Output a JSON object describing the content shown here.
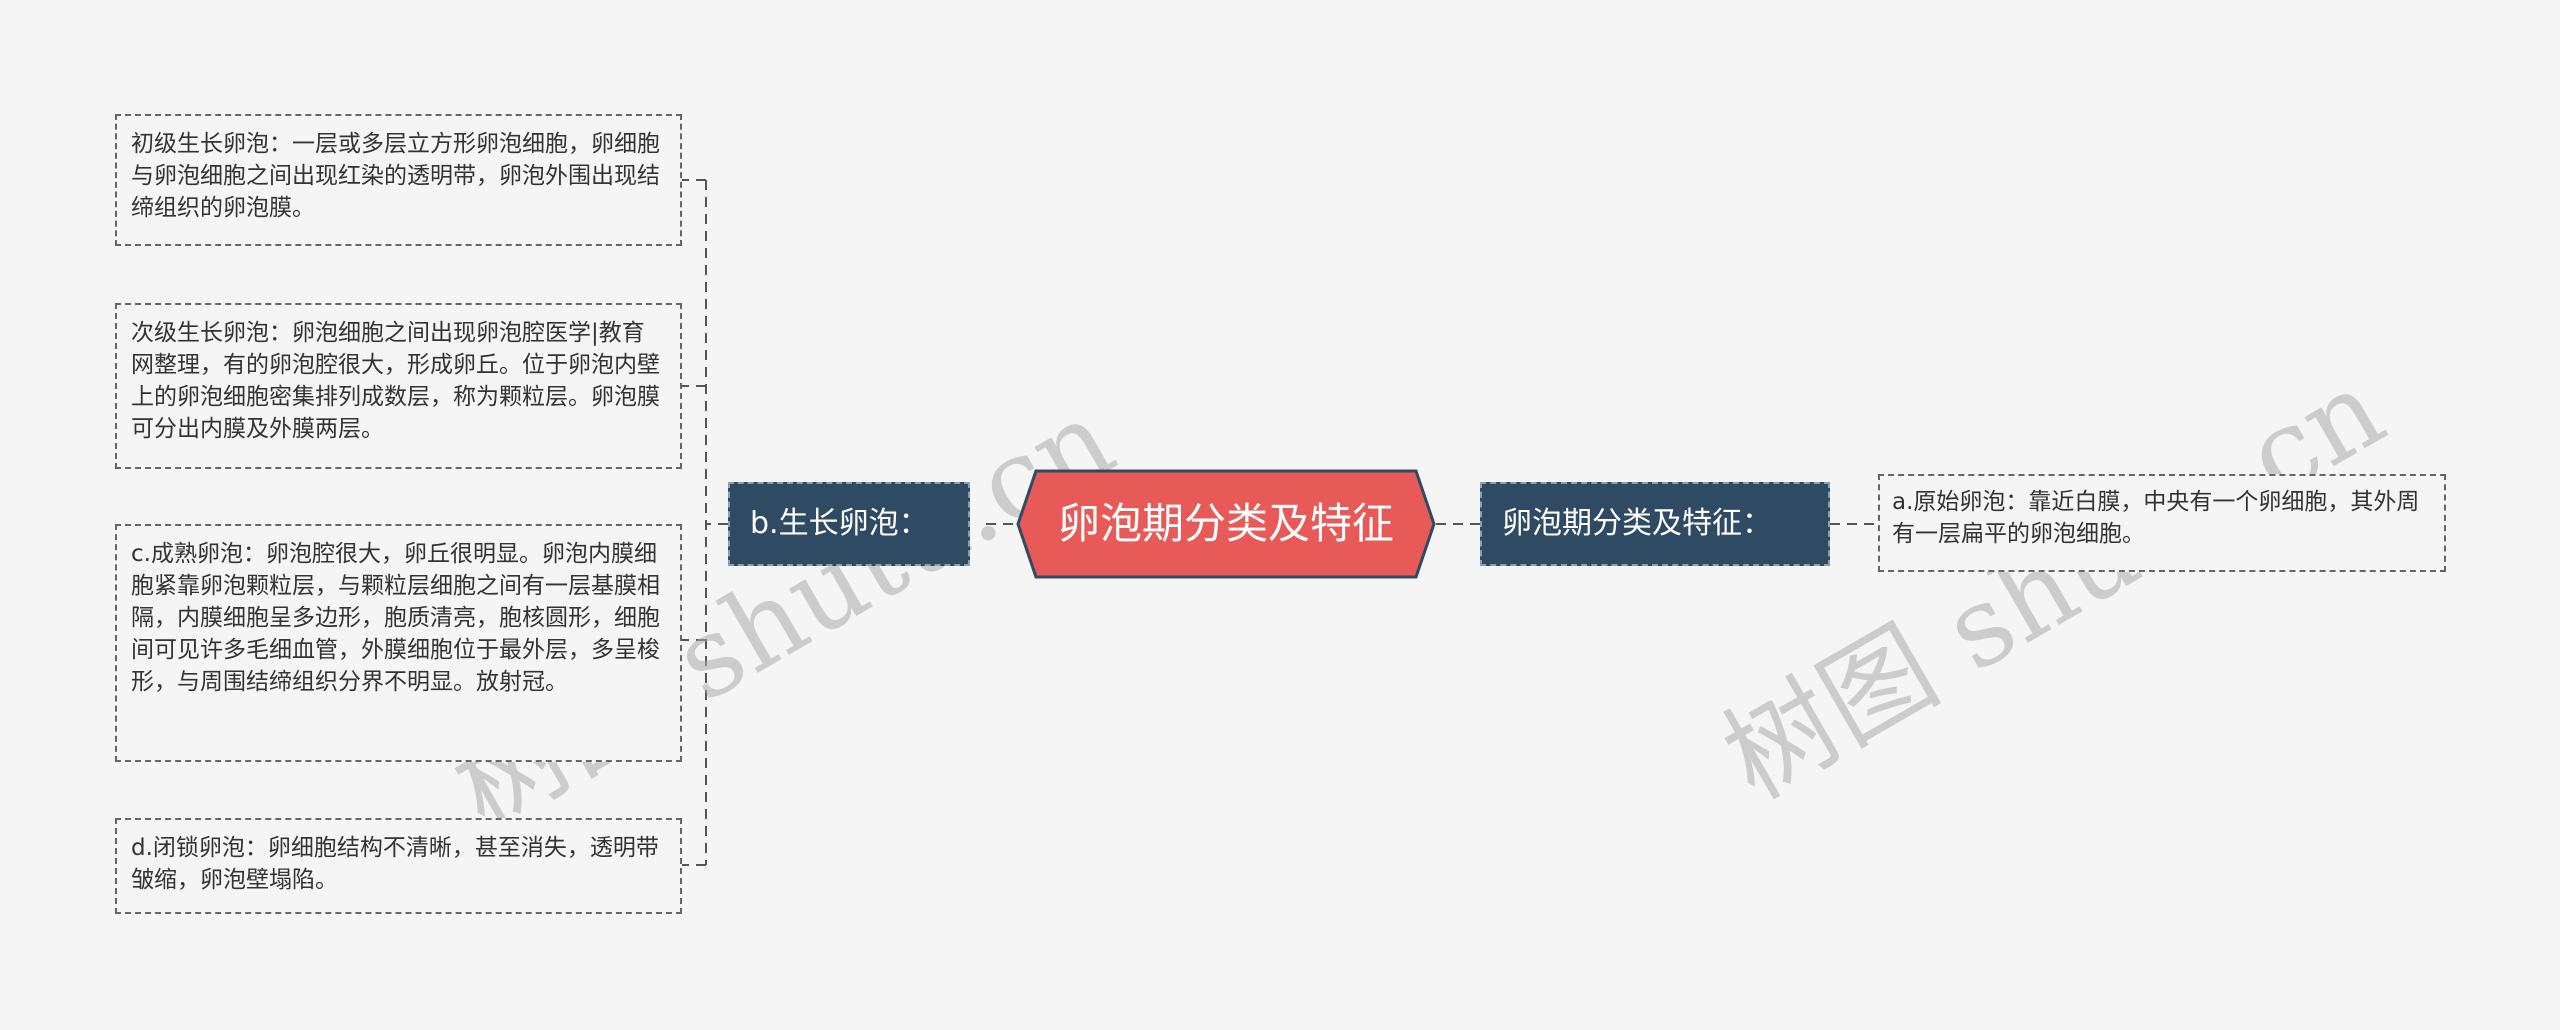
{
  "root": {
    "label": "卵泡期分类及特征"
  },
  "left_branch": {
    "label": "b.生长卵泡：",
    "children": [
      "初级生长卵泡：一层或多层立方形卵泡细胞，卵细胞与卵泡细胞之间出现红染的透明带，卵泡外围出现结缔组织的卵泡膜。",
      "次级生长卵泡：卵泡细胞之间出现卵泡腔医学|教育网整理，有的卵泡腔很大，形成卵丘。位于卵泡内壁上的卵泡细胞密集排列成数层，称为颗粒层。卵泡膜可分出内膜及外膜两层。",
      "c.成熟卵泡：卵泡腔很大，卵丘很明显。卵泡内膜细胞紧靠卵泡颗粒层，与颗粒层细胞之间有一层基膜相隔，内膜细胞呈多边形，胞质清亮，胞核圆形，细胞间可见许多毛细血管，外膜细胞位于最外层，多呈梭形，与周围结缔组织分界不明显。放射冠。",
      "d.闭锁卵泡：卵细胞结构不清晰，甚至消失，透明带皱缩，卵泡壁塌陷。"
    ]
  },
  "right_branch": {
    "label": "卵泡期分类及特征：",
    "children": [
      "a.原始卵泡：靠近白膜，中央有一个卵细胞，其外周有一层扁平的卵泡细胞。"
    ]
  },
  "watermarks": [
    "树图 shutu.cn",
    "树图 shutu.cn"
  ],
  "colors": {
    "root_fill": "#e85a57",
    "root_border": "#2f4a63",
    "branch_fill": "#2f4a63",
    "connector": "#555555",
    "background": "#f5f5f5"
  }
}
